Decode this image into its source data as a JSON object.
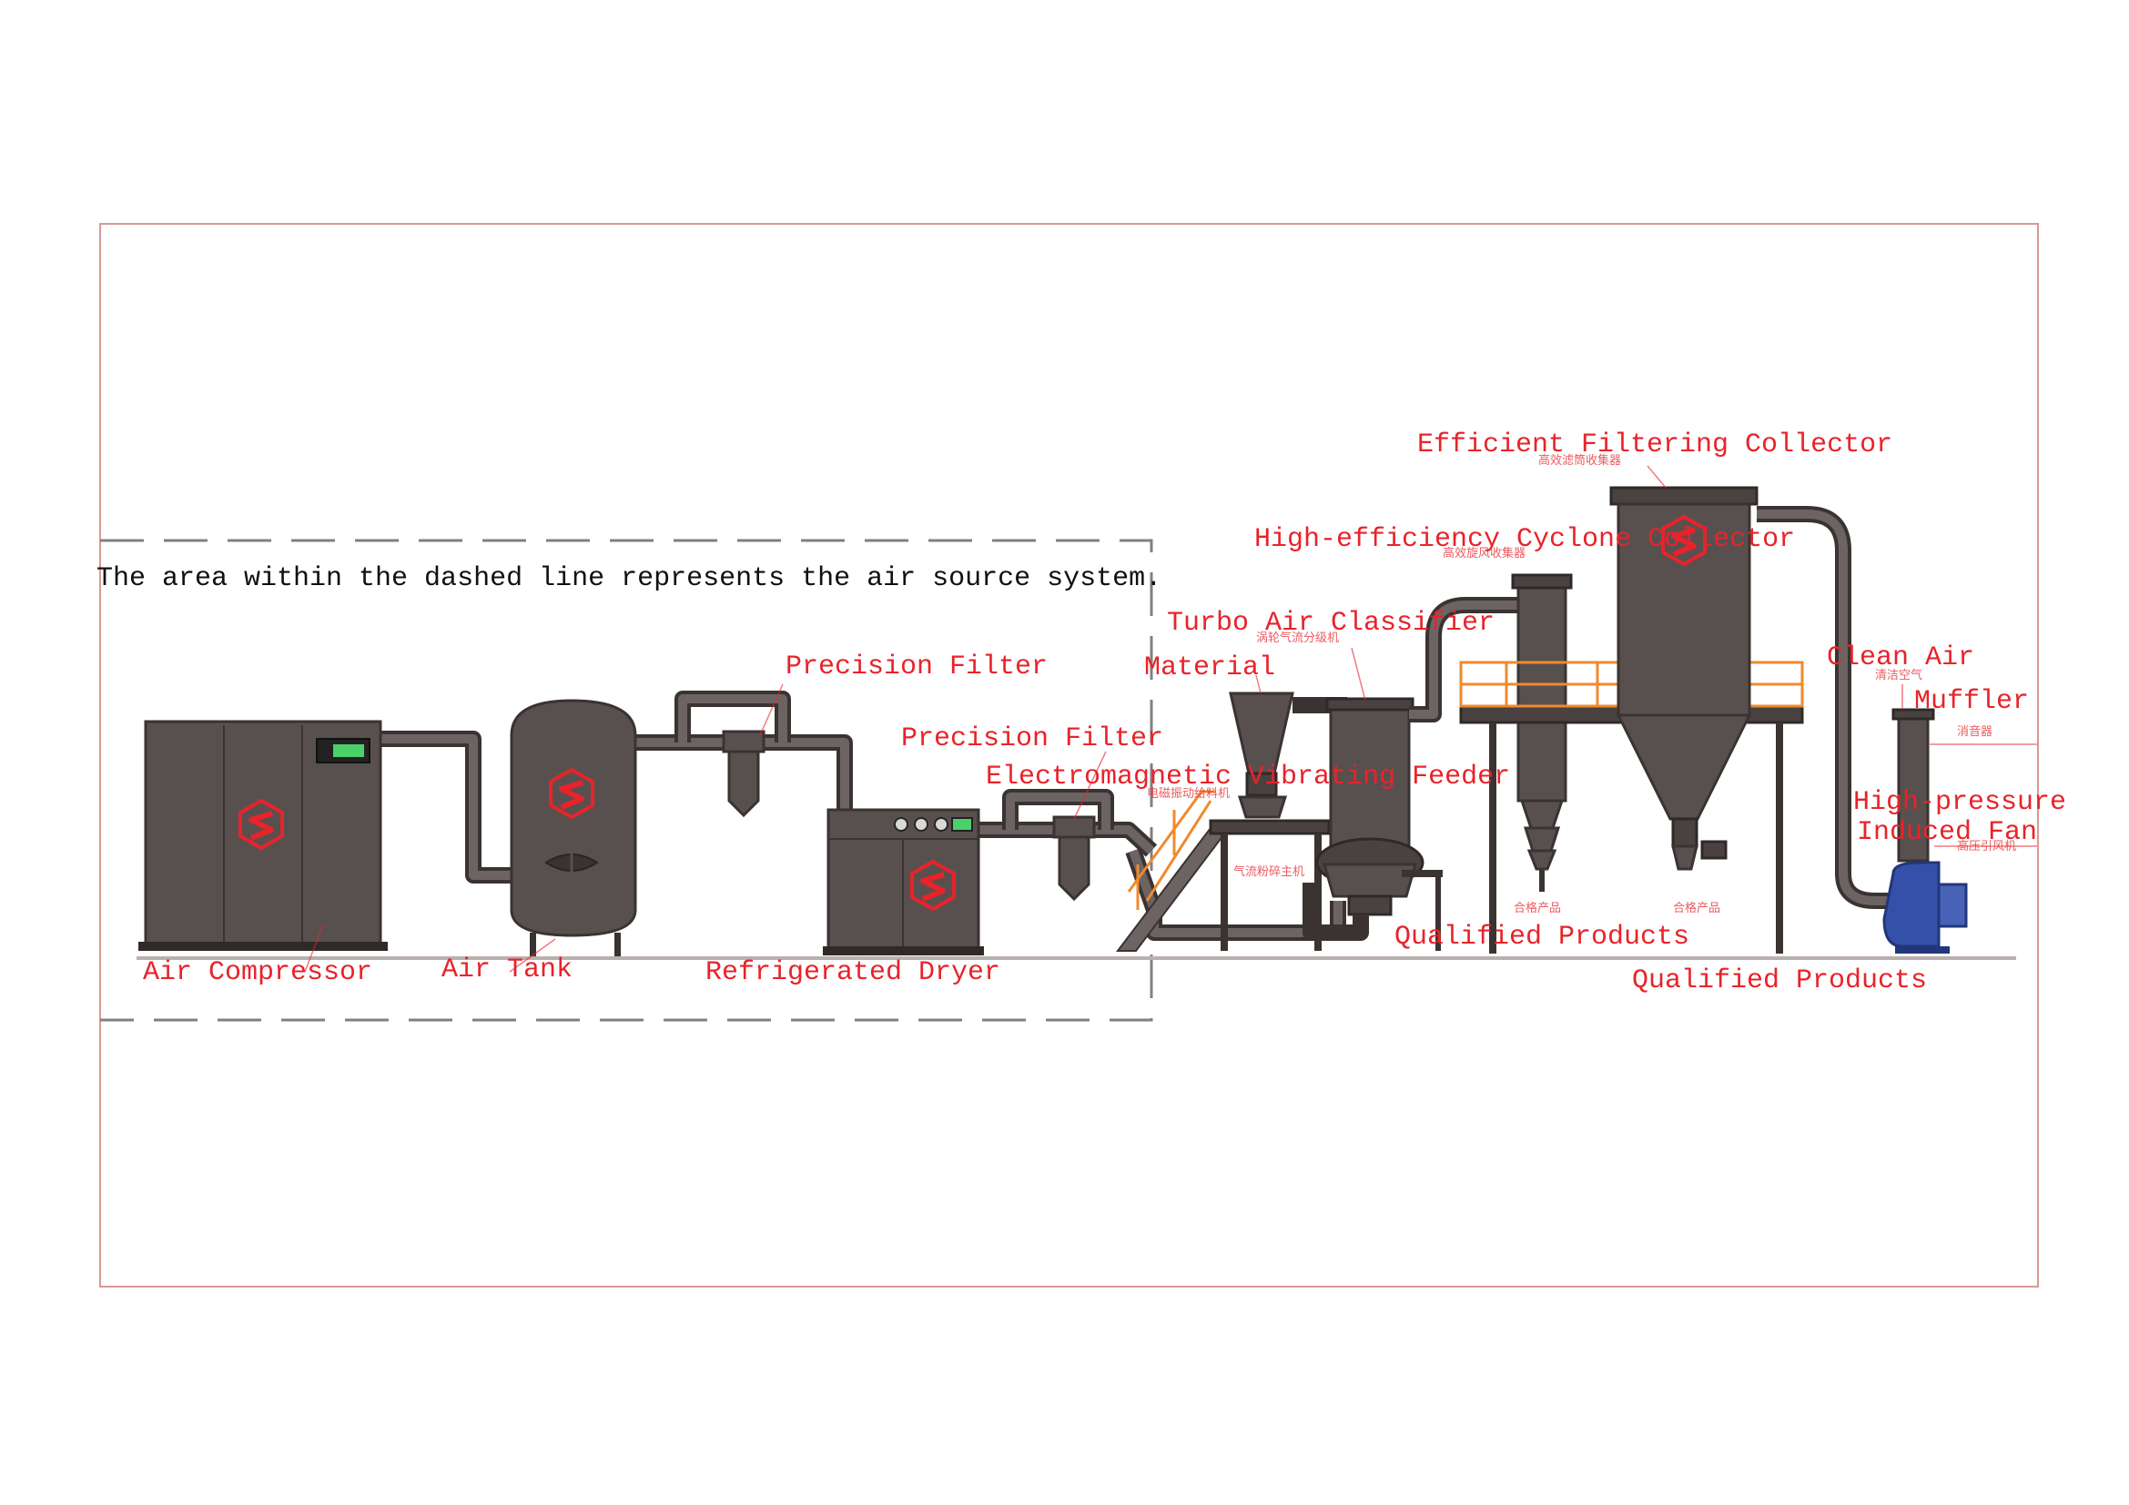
{
  "colors": {
    "label": "#e8232a",
    "note": "#111111",
    "equipment": "#58504f",
    "equipment_outline": "#3a3332",
    "railing": "#f08a2e",
    "fan": "#3550a8",
    "frame": "#d99a94",
    "dashed_line": "#808080"
  },
  "icons": {
    "brand_logo": "logo-icon"
  },
  "note": "The area within the dashed line represents the air source system.",
  "labels": {
    "air_compressor": "Air Compressor",
    "air_tank": "Air Tank",
    "precision_filter_1": "Precision Filter",
    "refrigerated_dryer": "Refrigerated Dryer",
    "precision_filter_2": "Precision Filter",
    "electromagnetic_vibrating_feeder": "Electromagnetic Vibrating Feeder",
    "material": "Material",
    "turbo_air_classifier": "Turbo Air Classifier",
    "high_efficiency_cyclone_collector": "High-efficiency Cyclone Collector",
    "efficient_filtering_collector": "Efficient Filtering Collector",
    "clean_air": "Clean Air",
    "muffler": "Muffler",
    "high_pressure_induced_fan_line1": "High-pressure",
    "high_pressure_induced_fan_line2": "Induced Fan",
    "qualified_products_1": "Qualified Products",
    "qualified_products_2": "Qualified Products"
  },
  "cn_labels": {
    "filter_collector": "高效滤筒收集器",
    "cyclone": "高效旋风收集器",
    "classifier": "涡轮气流分级机",
    "feeder": "电磁振动给料机",
    "mill": "气流粉碎主机",
    "clean_air": "清洁空气",
    "muffler": "消音器",
    "fan": "高压引风机",
    "product_1": "合格产品",
    "product_2": "合格产品"
  }
}
